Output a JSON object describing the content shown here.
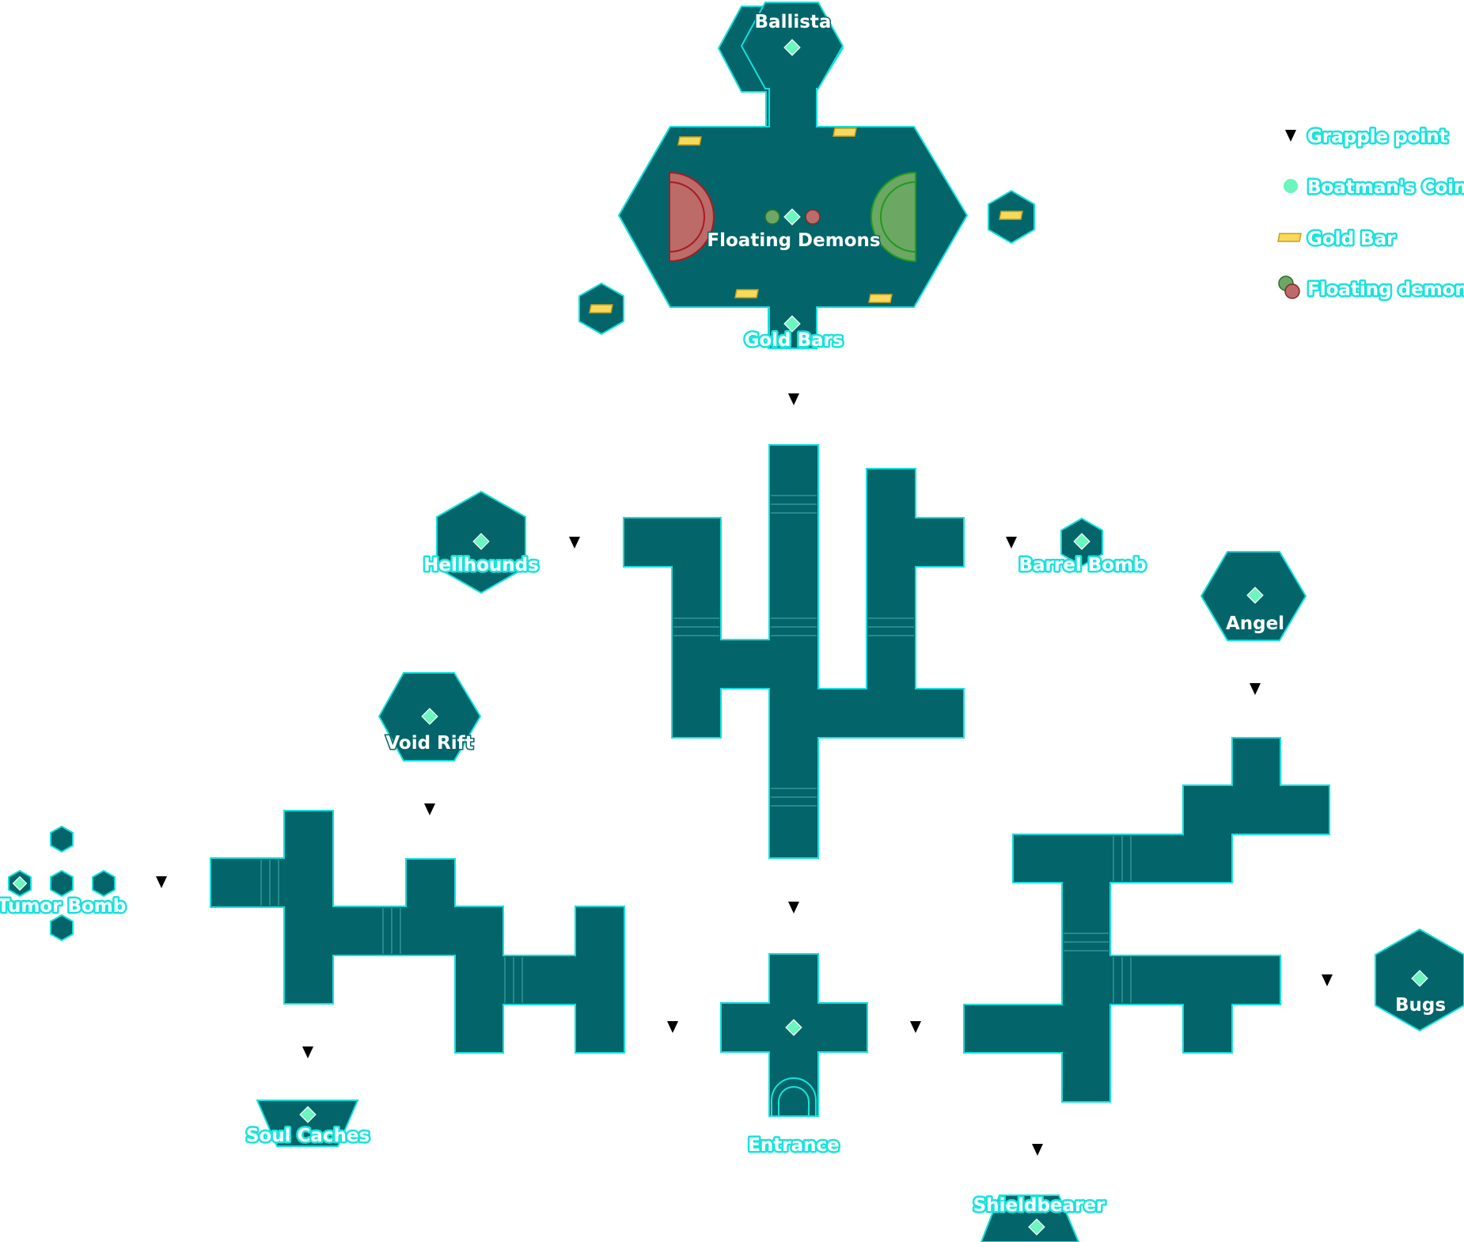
{
  "map": {
    "rooms": {
      "ballista": "Ballista",
      "floating_demons": "Floating Demons",
      "gold_bars": "Gold Bars",
      "hellhounds": "Hellhounds",
      "barrel_bomb": "Barrel Bomb",
      "angel": "Angel",
      "void_rift": "Void Rift",
      "tumor_bomb": "Tumor Bomb",
      "soul_caches": "Soul Caches",
      "entrance": "Entrance",
      "shieldbearer": "Shieldbearer",
      "bugs": "Bugs"
    }
  },
  "legend": {
    "grapple_point": "Grapple point",
    "boatmans_coin": "Boatman's Coin",
    "gold_bar": "Gold Bar",
    "floating_demon": "Floating demon"
  },
  "colors": {
    "room_fill": "#03656A",
    "room_edge": "#12E0DC",
    "coin": "#6CF5BE",
    "grapple": "#3ccf83",
    "gold": "#F7DA5B",
    "demon_red": "#BC6B69",
    "demon_green": "#6CA764"
  },
  "icons": [
    "grapple-point-icon",
    "boatmans-coin-icon",
    "gold-bar-icon",
    "floating-demon-icon"
  ]
}
